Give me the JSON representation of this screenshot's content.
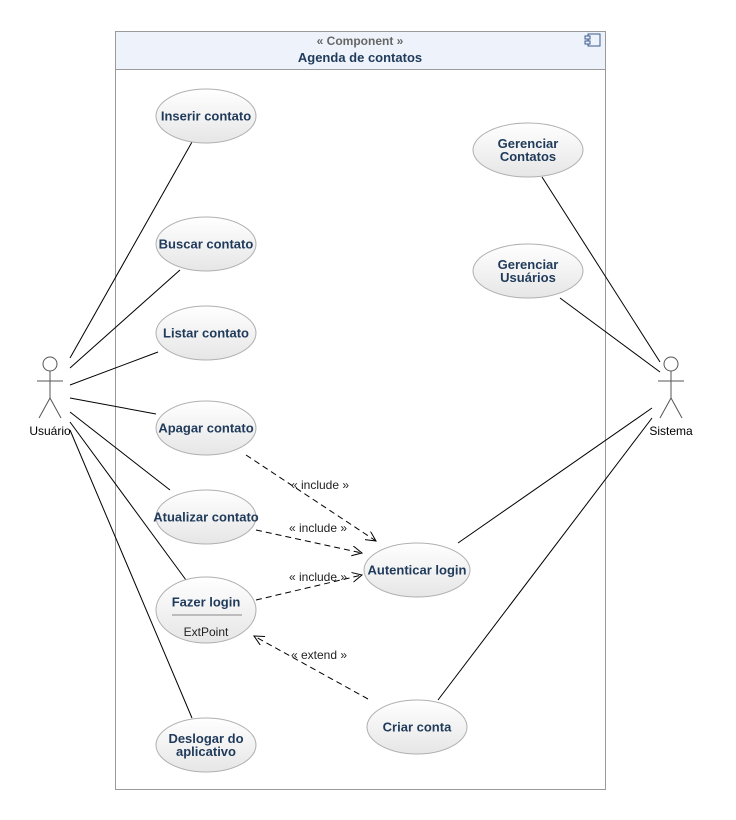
{
  "component": {
    "stereotype": "« Component »",
    "title": "Agenda de contatos",
    "icon": "component-icon"
  },
  "actors": {
    "usuario": "Usuário",
    "sistema": "Sistema"
  },
  "use_cases": {
    "inserir": [
      "Inserir contato"
    ],
    "buscar": [
      "Buscar contato"
    ],
    "listar": [
      "Listar contato"
    ],
    "apagar": [
      "Apagar contato"
    ],
    "atualizar": [
      "Atualizar contato"
    ],
    "fazer_login": [
      "Fazer login"
    ],
    "fazer_login_ext": "ExtPoint",
    "deslogar": [
      "Deslogar do",
      "aplicativo"
    ],
    "gerenciar_contatos": [
      "Gerenciar",
      "Contatos"
    ],
    "gerenciar_usuarios": [
      "Gerenciar",
      "Usuários"
    ],
    "autenticar": [
      "Autenticar login"
    ],
    "criar_conta": [
      "Criar conta"
    ]
  },
  "relations": {
    "include_apagar": "« include »",
    "include_atualizar": "« include »",
    "include_login": "« include »",
    "extend_criar": "« extend »"
  }
}
